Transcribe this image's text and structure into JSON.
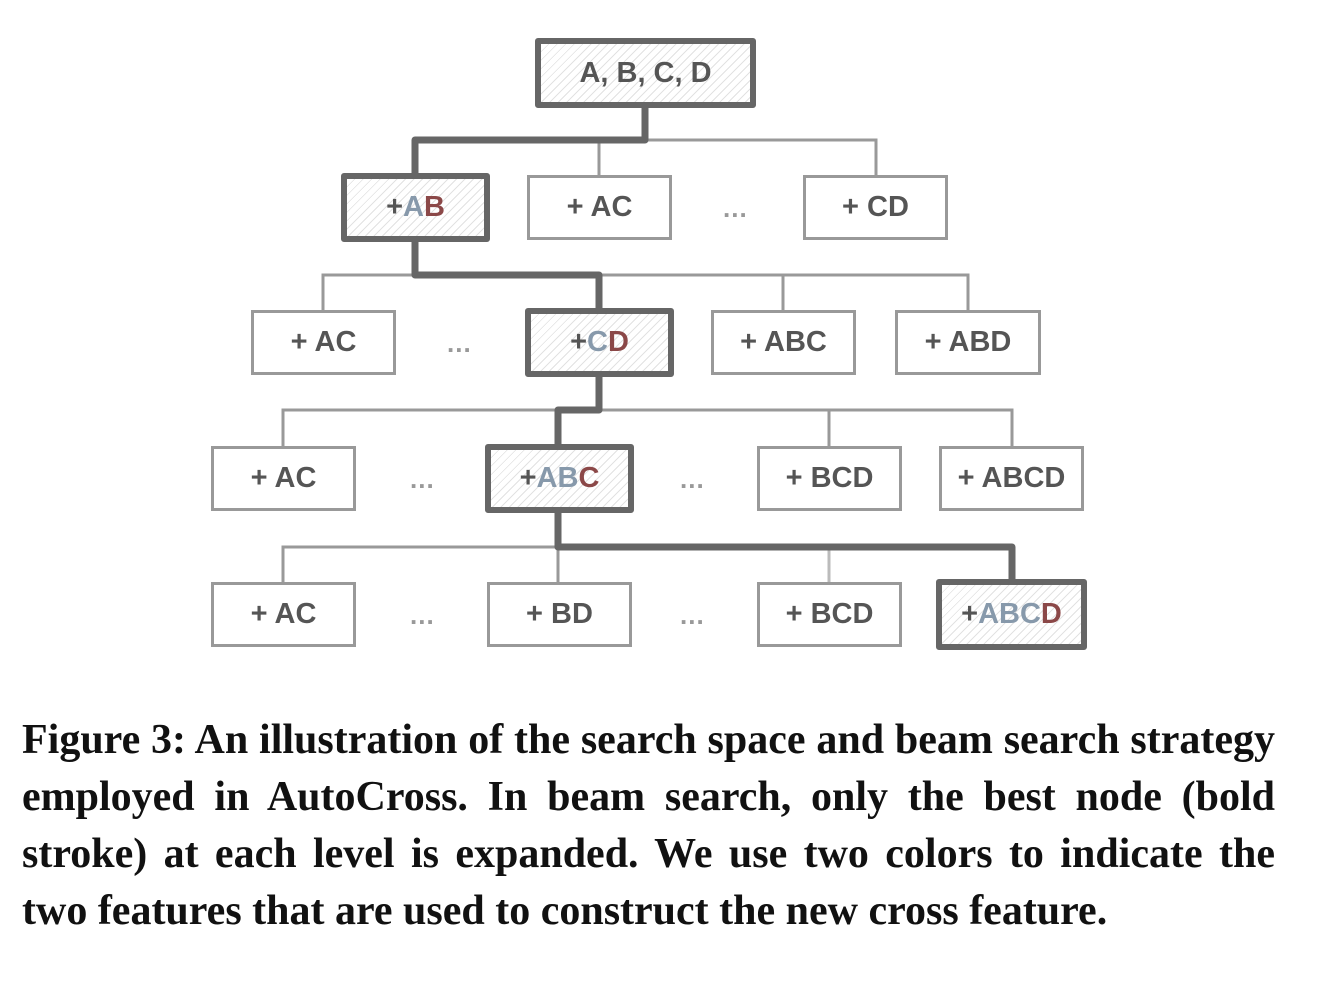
{
  "colors": {
    "bold_stroke": "#666666",
    "light_stroke": "#999999",
    "first_feature": "#8799ab",
    "second_feature": "#8b4848",
    "text": "#555555"
  },
  "root": {
    "label": "A, B, C, D"
  },
  "ellipsis": "...",
  "levels": [
    {
      "nodes": [
        {
          "prefix": "+ ",
          "base": "A",
          "added": "B",
          "best": true
        },
        {
          "text": "+ AC"
        },
        {
          "text": "+ CD"
        }
      ]
    },
    {
      "nodes": [
        {
          "text": "+ AC"
        },
        {
          "prefix": "+ ",
          "base": "C",
          "added": "D",
          "best": true
        },
        {
          "text": "+ ABC"
        },
        {
          "text": "+ ABD"
        }
      ]
    },
    {
      "nodes": [
        {
          "text": "+ AC"
        },
        {
          "prefix": "+ ",
          "base": "AB",
          "added": "C",
          "best": true
        },
        {
          "text": "+ BCD"
        },
        {
          "text": "+ ABCD"
        }
      ]
    },
    {
      "nodes": [
        {
          "text": "+ AC"
        },
        {
          "text": "+ BD"
        },
        {
          "text": "+ BCD"
        },
        {
          "prefix": "+ ",
          "base": "ABC",
          "added": "D",
          "best": true
        }
      ]
    }
  ],
  "caption": "Figure 3: An illustration of the search space and beam search strategy employed in AutoCross. In beam search, only the best node (bold stroke) at each level is expanded. We use two colors to indicate the two features that are used to construct the new cross feature."
}
